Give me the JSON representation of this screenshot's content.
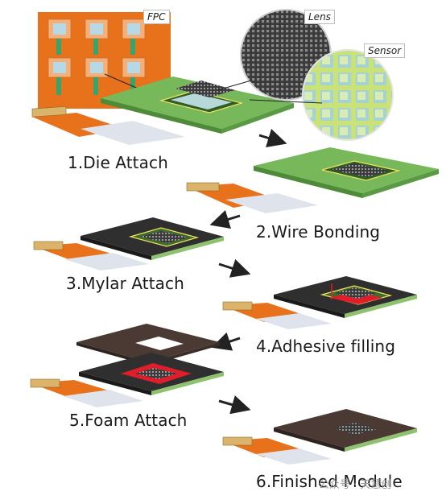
{
  "callouts": {
    "fpc": "FPC",
    "lens": "Lens",
    "sensor": "Sensor"
  },
  "steps": [
    {
      "label": "1.Die Attach"
    },
    {
      "label": "2.Wire Bonding"
    },
    {
      "label": "3.Mylar Attach"
    },
    {
      "label": "4.Adhesive filling"
    },
    {
      "label": "5.Foam Attach"
    },
    {
      "label": "6.Finished Module"
    }
  ],
  "watermark": "公众号 · 天慧创",
  "colors": {
    "fpc_orange": "#e8711c",
    "pcb_green": "#7fbf5f",
    "mylar_dark": "#2f2f2f",
    "foam_brown": "#4a3a33",
    "adhesive_red": "#e01d2a",
    "arrow": "#222222"
  }
}
